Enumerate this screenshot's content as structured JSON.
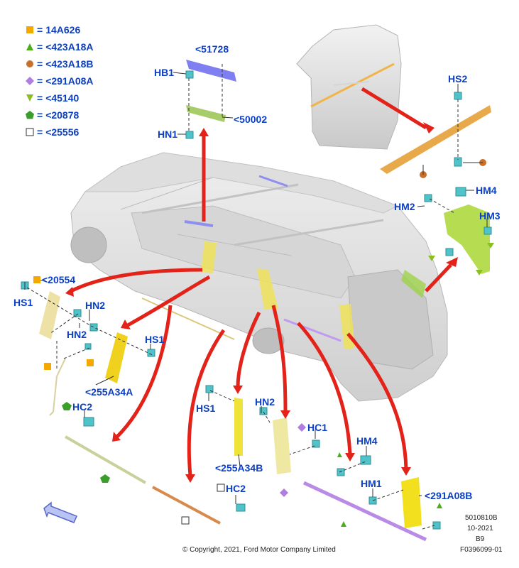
{
  "legend": [
    {
      "symbol": "square-orange-icon",
      "color": "#f5a800",
      "code": "14A626"
    },
    {
      "symbol": "triangle-green-icon",
      "color": "#4caf1a",
      "code": "<423A18A"
    },
    {
      "symbol": "circle-brown-icon",
      "color": "#c8702a",
      "code": "<423A18B"
    },
    {
      "symbol": "diamond-purple-icon",
      "color": "#b07ee0",
      "code": "<291A08A"
    },
    {
      "symbol": "triangle-down-olive-icon",
      "color": "#8bbf21",
      "code": "<45140"
    },
    {
      "symbol": "pentagon-green-icon",
      "color": "#3a9e2a",
      "code": "<20878"
    },
    {
      "symbol": "square-outline-icon",
      "color": "#333333",
      "code": "<25556"
    }
  ],
  "equals": "=",
  "labels": {
    "p51728": "<51728",
    "hb1": "HB1",
    "p50002": "<50002",
    "hn1": "HN1",
    "hs2": "HS2",
    "hm4_top": "HM4",
    "hm2": "HM2",
    "hm3": "HM3",
    "p20554": "<20554",
    "hs1_left": "HS1",
    "hn2_a": "HN2",
    "hn2_b": "HN2",
    "hs1_mid": "HS1",
    "p255a34a": "<255A34A",
    "hc2_left": "HC2",
    "hs1_bottom": "HS1",
    "hn2_bottom": "HN2",
    "p255a34b": "<255A34B",
    "hc1": "HC1",
    "hm4_bottom": "HM4",
    "hc2_bottom": "HC2",
    "hm1": "HM1",
    "p291a08b": "<291A08B"
  },
  "footer": {
    "copyright": "© Copyright, 2021, Ford Motor Company Limited",
    "ref1": "5010810B",
    "ref2": "10-2021",
    "ref3": "B9",
    "ref4": "F0396099-01"
  },
  "colors": {
    "label": "#0b3fc7",
    "arrow": "#e32219",
    "car": "#e3e3e3",
    "trim_yellow": "#f0e25a",
    "trim_purple": "#b98be6"
  }
}
